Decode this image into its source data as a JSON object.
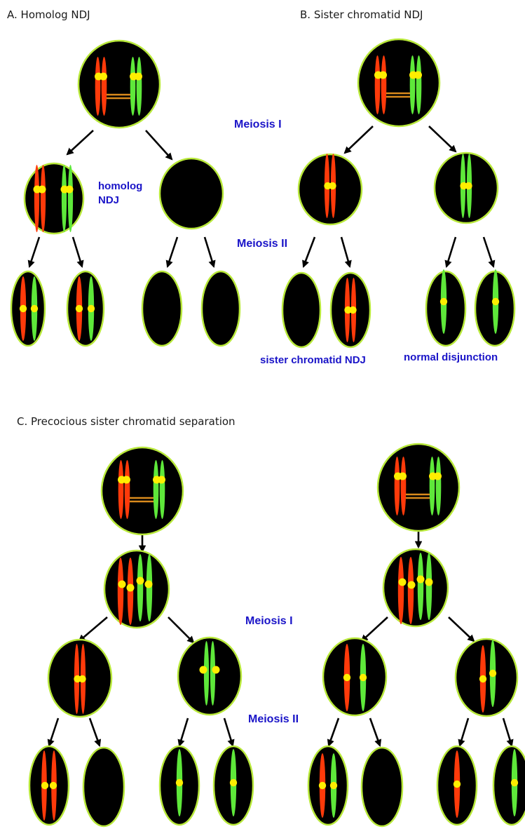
{
  "colors": {
    "chromosome_maternal": "#ff3a0a",
    "chromosome_paternal": "#5ee83a",
    "centromere": "#ffee00",
    "cell_fill": "#000000",
    "cell_outline": "#b8e83a",
    "label_blue": "#1a14c8",
    "pairing_bar": "#d98a1c"
  },
  "panels": {
    "a": {
      "title": "A. Homolog NDJ"
    },
    "b": {
      "title": "B. Sister chromatid NDJ"
    },
    "c": {
      "title": "C. Precocious sister chromatid separation"
    }
  },
  "labels": {
    "meiosis_1": "Meiosis I",
    "meiosis_2": "Meiosis II",
    "homolog_ndj_line1": "homolog",
    "homolog_ndj_line2": "NDJ",
    "sister_chromatid_ndj": "sister chromatid NDJ",
    "normal_disjunction": "normal disjunction"
  }
}
